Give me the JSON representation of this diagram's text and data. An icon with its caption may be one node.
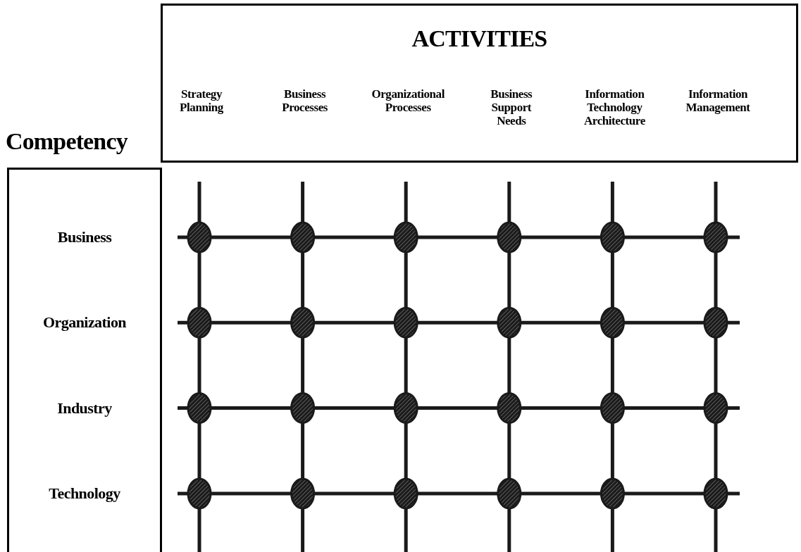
{
  "diagram": {
    "nodes": [
      {
        "text": [
          "ACTIVITIES",
          "Strategy Planning",
          "Business Processes",
          "Organizational Processes",
          "Business Support Needs",
          "Information Technology Architecture",
          "Information Management"
        ]
      },
      {
        "text": [
          "Business",
          "Organization",
          "Industry",
          "Technology"
        ]
      }
    ],
    "labels": [
      "Competency"
    ]
  }
}
